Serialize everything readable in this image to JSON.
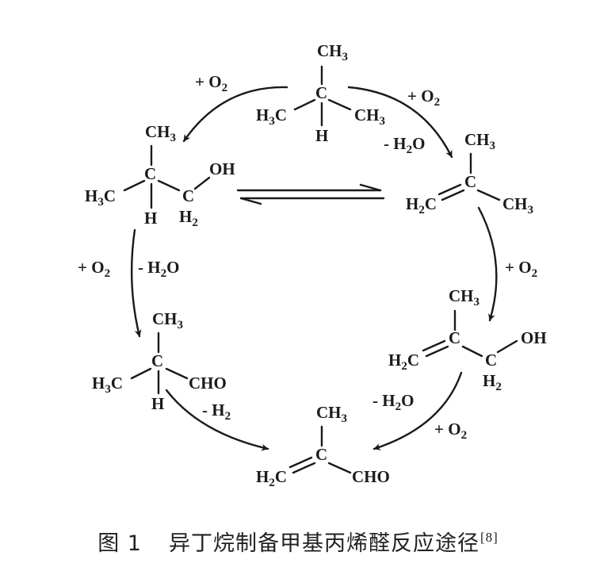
{
  "molecules": {
    "isobutane": {
      "top": "CH3",
      "left": "H3C",
      "center": "C",
      "right": "CH3",
      "bottom": "H"
    },
    "isobutanol": {
      "top": "CH3",
      "left": "H3C",
      "center": "C",
      "bottom": "H",
      "ch2_c": "C",
      "ch2_h": "H2",
      "oh": "OH"
    },
    "isobutene": {
      "top": "CH3",
      "left": "H2C",
      "center": "C",
      "right": "CH3"
    },
    "methallyl_alcohol": {
      "top": "CH3",
      "left": "H2C",
      "center": "C",
      "ch2_c": "C",
      "ch2_h": "H2",
      "oh": "OH"
    },
    "isobutyraldehyde": {
      "top": "CH3",
      "left": "H3C",
      "center": "C",
      "bottom": "H",
      "right": "CHO"
    },
    "methacrolein": {
      "top": "CH3",
      "left": "H2C",
      "center": "C",
      "right": "CHO"
    }
  },
  "reagents": {
    "isobutane_to_isobutanol": "+ O2",
    "isobutane_to_isobutene_o2": "+ O2",
    "isobutane_to_isobutene_h2o": "- H2O",
    "isobutanol_to_aldehyde_o2": "+ O2",
    "isobutanol_to_aldehyde_h2o": "- H2O",
    "isobutene_to_methallyl": "+ O2",
    "aldehyde_to_methacrolein": "- H2",
    "methallyl_to_methacrolein_h2o": "- H2O",
    "methallyl_to_methacrolein_o2": "+ O2"
  },
  "caption": {
    "figure_label": "图 1",
    "title": "异丁烷制备甲基丙烯醛反应途径",
    "reference": "[8]"
  }
}
